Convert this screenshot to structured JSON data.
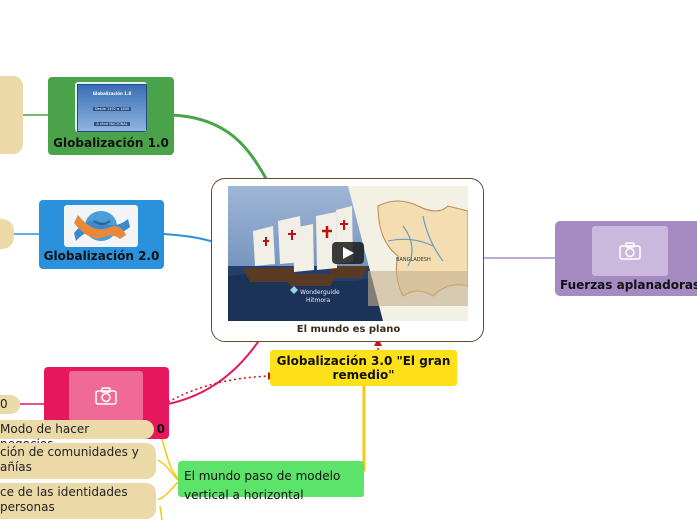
{
  "colors": {
    "g1": "#4aa34a",
    "g2": "#2a92dd",
    "g3_node": "#e7175d",
    "g3_label": "#ffe119",
    "fuerzas": "#a58bc2",
    "central_border": "#6b4a2b",
    "leaf_green": "#5be36a",
    "pill": "#ecd9a8",
    "dotted": "#d11010"
  },
  "central": {
    "caption": "El mundo es plano",
    "watermark_line1": "Wonderguide",
    "watermark_line2": "Hitmora",
    "map_label": "BANGLADESH",
    "icon": "play-button-icon"
  },
  "branches": {
    "g1": {
      "label": "Globalización 1.0",
      "thumb_text": [
        "Globalización 1.0",
        "Desde 1492 a 1800",
        "A nivel NACIONAL"
      ]
    },
    "g2": {
      "label": "Globalización 2.0",
      "icon": "handshake-globe-icon"
    },
    "g3": {
      "label_partial": "0",
      "icon": "camera-icon"
    },
    "fuerzas": {
      "label": "Fuerzas aplanadoras",
      "icon": "camera-icon"
    }
  },
  "g3_label": {
    "text": "Globalización 3.0 \"El gran remedio\""
  },
  "leaf": {
    "text": "El mundo paso de modelo vertical a horizontal"
  },
  "left_pills": [
    {
      "text": "0"
    },
    {
      "text": "Modo de hacer negocios"
    },
    {
      "text": "ción de comunidades y añías"
    },
    {
      "text": "ce de las identidades personas"
    }
  ]
}
